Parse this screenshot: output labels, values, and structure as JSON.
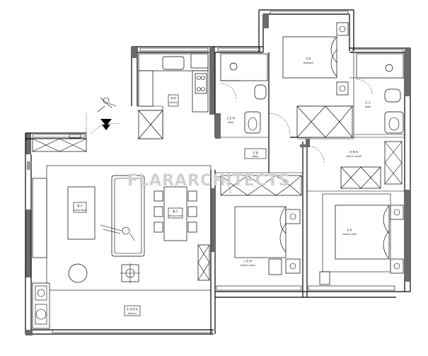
{
  "plan": {
    "title": "",
    "watermark": "FLARARCHITECTS",
    "rooms": [
      {
        "id": "living",
        "label": "客 厅",
        "sub": "living room"
      },
      {
        "id": "dining",
        "label": "餐 厅",
        "sub": "dining room"
      },
      {
        "id": "kitchen",
        "label": "厨 房",
        "sub": "kitchen"
      },
      {
        "id": "bath1",
        "label": "卫 生 间",
        "sub": "toilet"
      },
      {
        "id": "lobby",
        "label": "过 道",
        "sub": "lobby"
      },
      {
        "id": "bed2",
        "label": "次 卧",
        "sub": "bedroom"
      },
      {
        "id": "bed3",
        "label": "儿 童 房",
        "sub": "children room"
      },
      {
        "id": "walkin",
        "label": "衣 帽 间",
        "sub": "walk-in closet"
      },
      {
        "id": "master",
        "label": "主 卧",
        "sub": "master room"
      },
      {
        "id": "bath2",
        "label": "主 卫",
        "sub": "toilet"
      },
      {
        "id": "balcony",
        "label": "生 活 阳 台",
        "sub": "balcony"
      }
    ]
  }
}
